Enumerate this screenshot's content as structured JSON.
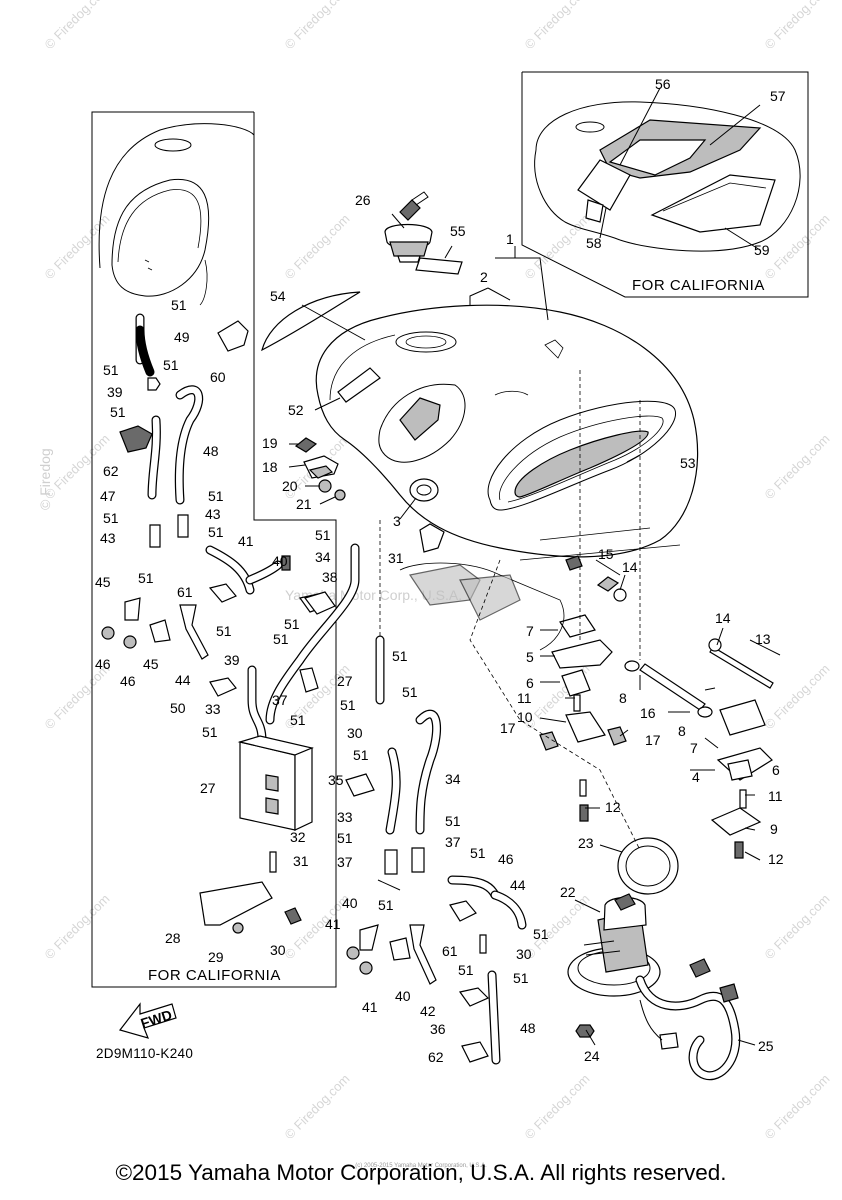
{
  "diagram": {
    "ref_code": "2D9M110-K240",
    "copyright": "©2015 Yamaha Motor Corporation, U.S.A. All rights reserved.",
    "tiny_note": "(c) 2005-2015 Yamaha Motor Corporation, U.S.A.",
    "center_watermark": "Yamaha Motor Corp., U.S.A.",
    "side_watermark": "© Firedog",
    "watermark_text": "© Firedog.com",
    "fwd_label": "FWD",
    "inset_right_caption": "FOR CALIFORNIA",
    "inset_left_caption": "FOR CALIFORNIA",
    "callouts": [
      {
        "id": "c1",
        "text": "1"
      },
      {
        "id": "c2",
        "text": "2"
      },
      {
        "id": "c3",
        "text": "3"
      },
      {
        "id": "c4",
        "text": "4"
      },
      {
        "id": "c5",
        "text": "5"
      },
      {
        "id": "c6a",
        "text": "6"
      },
      {
        "id": "c6b",
        "text": "6"
      },
      {
        "id": "c7a",
        "text": "7"
      },
      {
        "id": "c7b",
        "text": "7"
      },
      {
        "id": "c8a",
        "text": "8"
      },
      {
        "id": "c8b",
        "text": "8"
      },
      {
        "id": "c9",
        "text": "9"
      },
      {
        "id": "c10",
        "text": "10"
      },
      {
        "id": "c11a",
        "text": "11"
      },
      {
        "id": "c11b",
        "text": "11"
      },
      {
        "id": "c12a",
        "text": "12"
      },
      {
        "id": "c12b",
        "text": "12"
      },
      {
        "id": "c13",
        "text": "13"
      },
      {
        "id": "c14a",
        "text": "14"
      },
      {
        "id": "c14b",
        "text": "14"
      },
      {
        "id": "c15",
        "text": "15"
      },
      {
        "id": "c16",
        "text": "16"
      },
      {
        "id": "c17a",
        "text": "17"
      },
      {
        "id": "c17b",
        "text": "17"
      },
      {
        "id": "c18",
        "text": "18"
      },
      {
        "id": "c19",
        "text": "19"
      },
      {
        "id": "c20",
        "text": "20"
      },
      {
        "id": "c21",
        "text": "21"
      },
      {
        "id": "c22",
        "text": "22"
      },
      {
        "id": "c23",
        "text": "23"
      },
      {
        "id": "c24",
        "text": "24"
      },
      {
        "id": "c25",
        "text": "25"
      },
      {
        "id": "c26",
        "text": "26"
      },
      {
        "id": "c27a",
        "text": "27"
      },
      {
        "id": "c27b",
        "text": "27"
      },
      {
        "id": "c28",
        "text": "28"
      },
      {
        "id": "c29",
        "text": "29"
      },
      {
        "id": "c30a",
        "text": "30"
      },
      {
        "id": "c30b",
        "text": "30"
      },
      {
        "id": "c30c",
        "text": "30"
      },
      {
        "id": "c31a",
        "text": "31"
      },
      {
        "id": "c31b",
        "text": "31"
      },
      {
        "id": "c32",
        "text": "32"
      },
      {
        "id": "c33a",
        "text": "33"
      },
      {
        "id": "c33b",
        "text": "33"
      },
      {
        "id": "c34a",
        "text": "34"
      },
      {
        "id": "c34b",
        "text": "34"
      },
      {
        "id": "c35",
        "text": "35"
      },
      {
        "id": "c36",
        "text": "36"
      },
      {
        "id": "c37a",
        "text": "37"
      },
      {
        "id": "c37b",
        "text": "37"
      },
      {
        "id": "c37c",
        "text": "37"
      },
      {
        "id": "c38",
        "text": "38"
      },
      {
        "id": "c39a",
        "text": "39"
      },
      {
        "id": "c39b",
        "text": "39"
      },
      {
        "id": "c40a",
        "text": "40"
      },
      {
        "id": "c40b",
        "text": "40"
      },
      {
        "id": "c40c",
        "text": "40"
      },
      {
        "id": "c41a",
        "text": "41"
      },
      {
        "id": "c41b",
        "text": "41"
      },
      {
        "id": "c41c",
        "text": "41"
      },
      {
        "id": "c42",
        "text": "42"
      },
      {
        "id": "c43a",
        "text": "43"
      },
      {
        "id": "c43b",
        "text": "43"
      },
      {
        "id": "c44a",
        "text": "44"
      },
      {
        "id": "c44b",
        "text": "44"
      },
      {
        "id": "c45a",
        "text": "45"
      },
      {
        "id": "c45b",
        "text": "45"
      },
      {
        "id": "c46a",
        "text": "46"
      },
      {
        "id": "c46b",
        "text": "46"
      },
      {
        "id": "c46c",
        "text": "46"
      },
      {
        "id": "c47",
        "text": "47"
      },
      {
        "id": "c48a",
        "text": "48"
      },
      {
        "id": "c48b",
        "text": "48"
      },
      {
        "id": "c49",
        "text": "49"
      },
      {
        "id": "c50",
        "text": "50"
      },
      {
        "id": "c51a",
        "text": "51"
      },
      {
        "id": "c51b",
        "text": "51"
      },
      {
        "id": "c51c",
        "text": "51"
      },
      {
        "id": "c51d",
        "text": "51"
      },
      {
        "id": "c51e",
        "text": "51"
      },
      {
        "id": "c51f",
        "text": "51"
      },
      {
        "id": "c51g",
        "text": "51"
      },
      {
        "id": "c51h",
        "text": "51"
      },
      {
        "id": "c51i",
        "text": "51"
      },
      {
        "id": "c51j",
        "text": "51"
      },
      {
        "id": "c51k",
        "text": "51"
      },
      {
        "id": "c51l",
        "text": "51"
      },
      {
        "id": "c51m",
        "text": "51"
      },
      {
        "id": "c51n",
        "text": "51"
      },
      {
        "id": "c51o",
        "text": "51"
      },
      {
        "id": "c51p",
        "text": "51"
      },
      {
        "id": "c51q",
        "text": "51"
      },
      {
        "id": "c51r",
        "text": "51"
      },
      {
        "id": "c51s",
        "text": "51"
      },
      {
        "id": "c51t",
        "text": "51"
      },
      {
        "id": "c51u",
        "text": "51"
      },
      {
        "id": "c51v",
        "text": "51"
      },
      {
        "id": "c51w",
        "text": "51"
      },
      {
        "id": "c51x",
        "text": "51"
      },
      {
        "id": "c51y",
        "text": "51"
      },
      {
        "id": "c52",
        "text": "52"
      },
      {
        "id": "c53",
        "text": "53"
      },
      {
        "id": "c54",
        "text": "54"
      },
      {
        "id": "c55",
        "text": "55"
      },
      {
        "id": "c56",
        "text": "56"
      },
      {
        "id": "c57",
        "text": "57"
      },
      {
        "id": "c58",
        "text": "58"
      },
      {
        "id": "c59",
        "text": "59"
      },
      {
        "id": "c60",
        "text": "60"
      },
      {
        "id": "c61a",
        "text": "61"
      },
      {
        "id": "c61b",
        "text": "61"
      },
      {
        "id": "c62a",
        "text": "62"
      },
      {
        "id": "c62b",
        "text": "62"
      }
    ]
  }
}
